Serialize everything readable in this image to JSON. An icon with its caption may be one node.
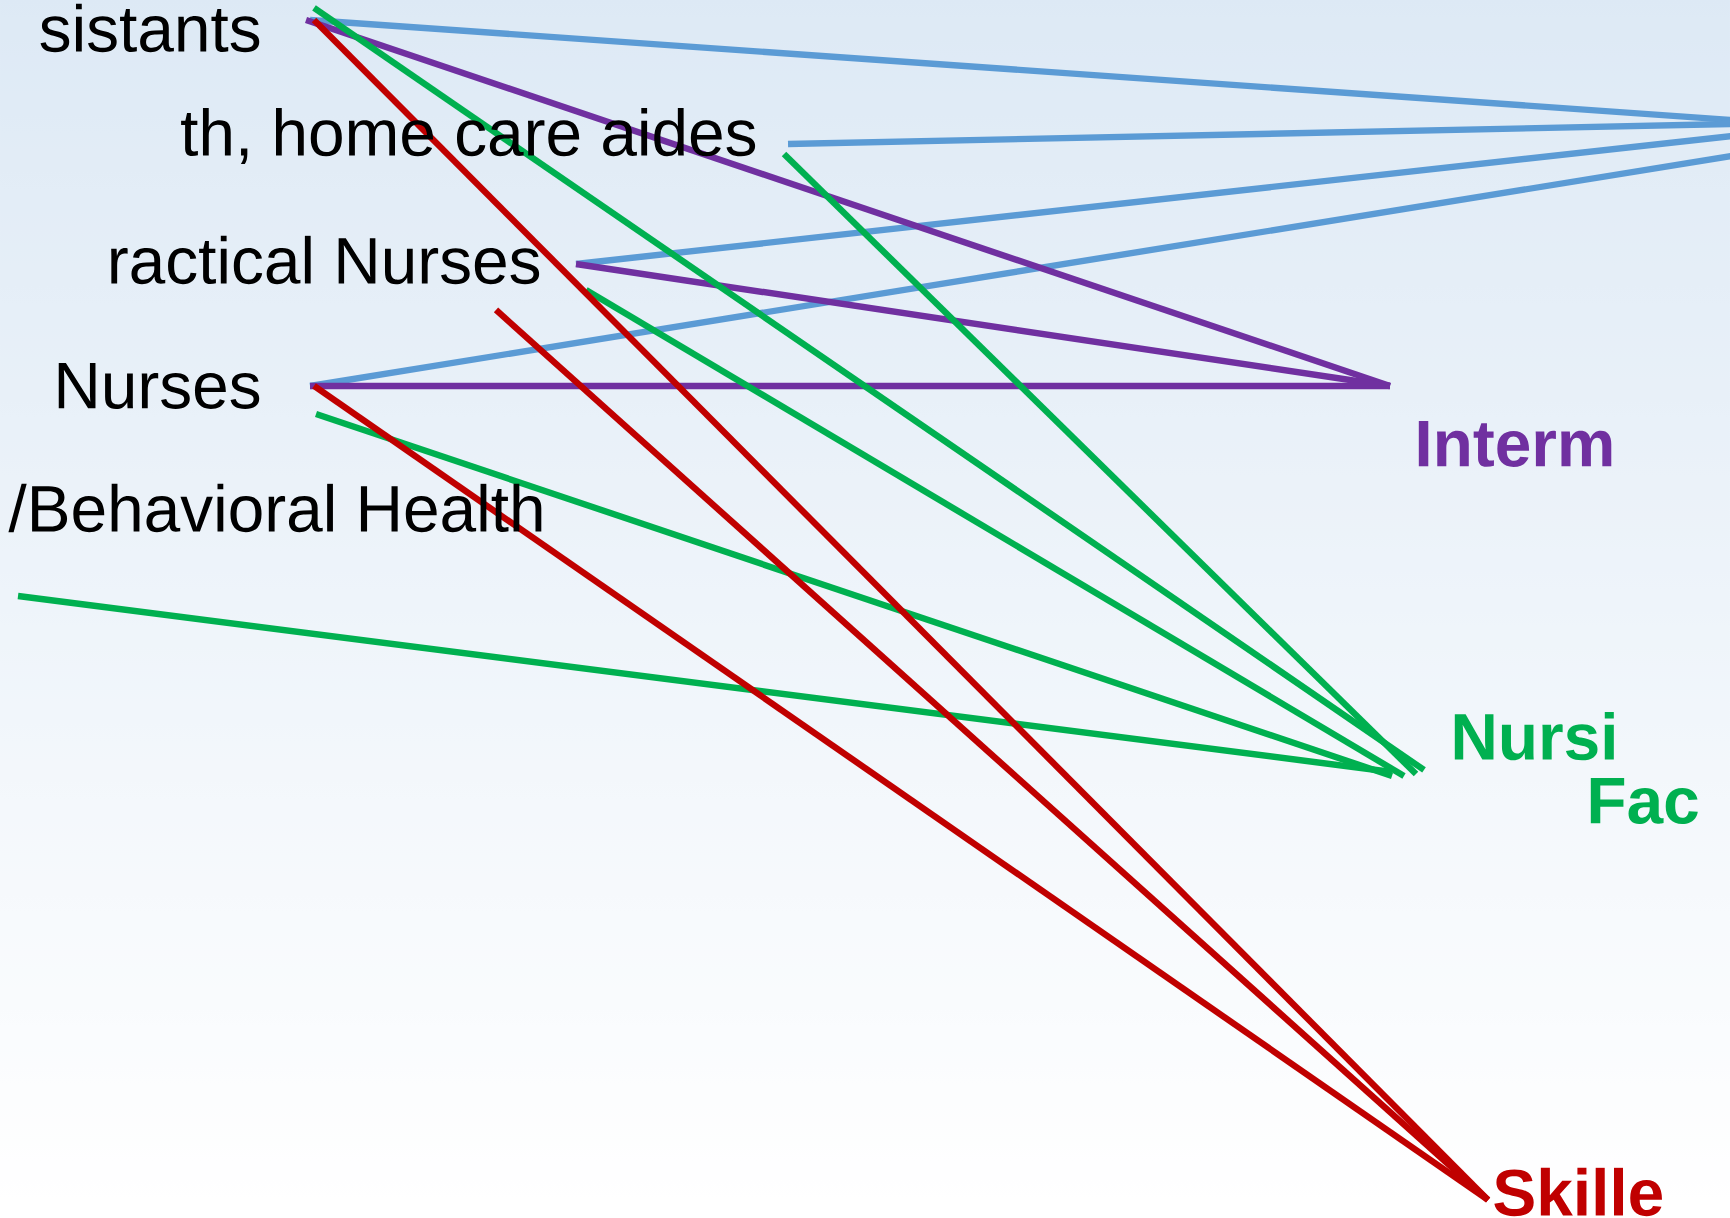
{
  "diagram": {
    "nodes": [
      {
        "text": [
          "sistants"
        ]
      },
      {
        "text": [
          "th, home care aides"
        ]
      },
      {
        "text": [
          "ractical Nurses"
        ]
      },
      {
        "text": [
          "Nurses"
        ]
      },
      {
        "text": [
          "/Behavioral Health"
        ]
      },
      {
        "text": [
          "Interm"
        ]
      },
      {
        "text": [
          "Nursi",
          "Fac"
        ]
      },
      {
        "text": [
          "Skille"
        ]
      }
    ],
    "edges": [
      {
        "from": 0,
        "to": null,
        "arrow": "none",
        "color": "#5b9bd5"
      },
      {
        "from": 1,
        "to": null,
        "arrow": "none",
        "color": "#5b9bd5"
      },
      {
        "from": 2,
        "to": null,
        "arrow": "none",
        "color": "#5b9bd5"
      },
      {
        "from": 3,
        "to": null,
        "arrow": "none",
        "color": "#5b9bd5"
      },
      {
        "from": 0,
        "to": 5,
        "arrow": "none",
        "color": "#7030a0"
      },
      {
        "from": 2,
        "to": 5,
        "arrow": "none",
        "color": "#7030a0"
      },
      {
        "from": 3,
        "to": 5,
        "arrow": "none",
        "color": "#7030a0"
      },
      {
        "from": 0,
        "to": 6,
        "arrow": "none",
        "color": "#00b050"
      },
      {
        "from": 1,
        "to": 6,
        "arrow": "none",
        "color": "#00b050"
      },
      {
        "from": 2,
        "to": 6,
        "arrow": "none",
        "color": "#00b050"
      },
      {
        "from": 3,
        "to": 6,
        "arrow": "none",
        "color": "#00b050"
      },
      {
        "from": 4,
        "to": 6,
        "arrow": "none",
        "color": "#00b050"
      },
      {
        "from": 0,
        "to": 7,
        "arrow": "none",
        "color": "#c00000"
      },
      {
        "from": 2,
        "to": 7,
        "arrow": "none",
        "color": "#c00000"
      },
      {
        "from": 3,
        "to": 7,
        "arrow": "none",
        "color": "#c00000"
      }
    ]
  }
}
